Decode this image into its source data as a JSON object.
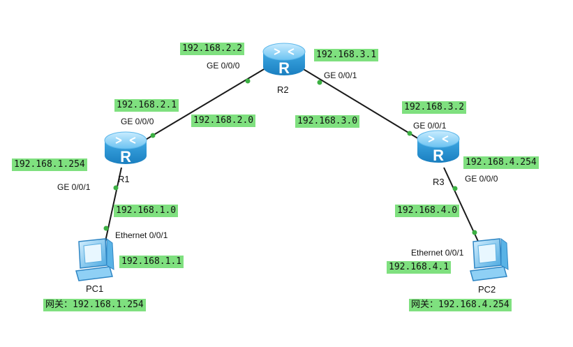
{
  "routers": [
    {
      "id": "R1",
      "label": "R1",
      "glyph": "R"
    },
    {
      "id": "R2",
      "label": "R2",
      "glyph": "R"
    },
    {
      "id": "R3",
      "label": "R3",
      "glyph": "R"
    }
  ],
  "pcs": [
    {
      "id": "PC1",
      "label": "PC1"
    },
    {
      "id": "PC2",
      "label": "PC2"
    }
  ],
  "ports": {
    "r2_g000": "GE 0/0/0",
    "r2_g001": "GE 0/0/1",
    "r1_g000": "GE 0/0/0",
    "r1_g001": "GE 0/0/1",
    "r3_g001": "GE 0/0/1",
    "r3_g000": "GE 0/0/0",
    "pc1_eth": "Ethernet 0/0/1",
    "pc2_eth": "Ethernet 0/0/1"
  },
  "ips": {
    "r2_left": "192.168.2.2",
    "r2_right": "192.168.3.1",
    "r1_top": "192.168.2.1",
    "net_2": "192.168.2.0",
    "net_3": "192.168.3.0",
    "r3_top": "192.168.3.2",
    "r1_left": "192.168.1.254",
    "r3_right": "192.168.4.254",
    "net_1": "192.168.1.0",
    "net_4": "192.168.4.0",
    "pc1_ip": "192.168.1.1",
    "pc2_ip": "192.168.4.1",
    "pc1_gw": "网关：192.168.1.254",
    "pc2_gw": "网关：192.168.4.254"
  },
  "colors": {
    "label_bg": "#7fe07f",
    "router_blue": "#3aa6e0",
    "link": "#1a1a1a",
    "endpoint": "#3cb043"
  }
}
